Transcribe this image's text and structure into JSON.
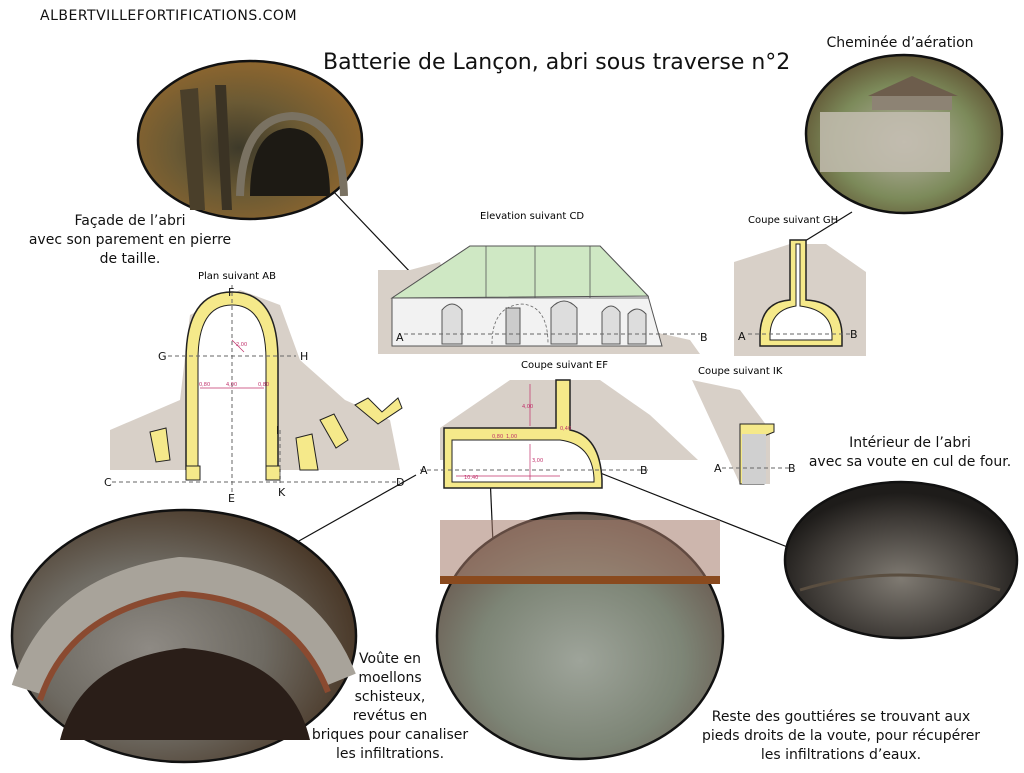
{
  "site": "ALBERTVILLEFORTIFICATIONS.COM",
  "title": "Batterie de Lançon, abri sous traverse n°2",
  "captions": {
    "chimney": "Cheminée d’aération",
    "facade": [
      "Façade de l’abri",
      "avec son parement en pierre",
      "de taille."
    ],
    "interior": [
      "Intérieur de l’abri",
      "avec sa voute en cul de four."
    ],
    "vault": [
      "Voûte en",
      "moellons",
      "schisteux,",
      "revétus en",
      "briques pour canaliser",
      "les infiltrations."
    ],
    "gutters": [
      "Reste des gouttiéres se trouvant aux",
      "pieds droits de la voute, pour récupérer",
      "les infiltrations d’eaux."
    ]
  },
  "drawings": {
    "plan_ab": "Plan suivant AB",
    "elevation_cd": "Elevation suivant CD",
    "coupe_gh": "Coupe suivant GH",
    "coupe_ef": "Coupe suivant EF",
    "coupe_ik": "Coupe suivant IK"
  },
  "letters": {
    "a": "A",
    "b": "B",
    "c": "C",
    "d": "D",
    "e": "E",
    "f": "F",
    "g": "G",
    "h": "H",
    "i": "I",
    "k": "K"
  },
  "dimensions": {
    "plan_width": "4,00",
    "plan_wall_left": "0,80",
    "plan_wall_right": "0,80",
    "plan_radius": "2,00",
    "ef_height": "3,00",
    "ef_length": "10,40",
    "ef_shaft": "4,00",
    "ef_w1": "0,80",
    "ef_w2": "1,00",
    "ef_w3": "0,40"
  },
  "colors": {
    "earth": "#d8d0c8",
    "masonry": "#f5e98a",
    "masonry_stroke": "#222222",
    "roof": "#cfe8c4",
    "facade": "#f2f2f2"
  }
}
